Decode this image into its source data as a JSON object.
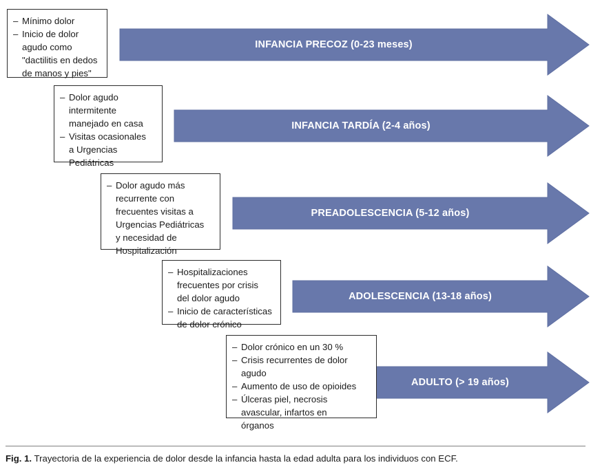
{
  "figure": {
    "caption_label": "Fig. 1.",
    "caption_text": "Trayectoria de la experiencia de dolor desde la infancia hasta la edad adulta para los individuos con ECF.",
    "accent_color": "#6878ab",
    "box_border_color": "#2b2b2b",
    "text_color": "#1a1a1a",
    "arrow_text_color": "#ffffff"
  },
  "stages": [
    {
      "id": "infancia-precoz",
      "arrow_label": "INFANCIA PRECOZ (0-23 meses)",
      "notes": [
        "Mínimo dolor",
        "Inicio de dolor\nagudo como\n\"dactilitis en dedos\nde manos y pies\""
      ]
    },
    {
      "id": "infancia-tardia",
      "arrow_label": "INFANCIA TARDÍA (2-4 años)",
      "notes": [
        "Dolor agudo\nintermitente\nmanejado en casa",
        "Visitas ocasionales\na Urgencias\nPediátricas"
      ]
    },
    {
      "id": "preadolescencia",
      "arrow_label": "PREADOLESCENCIA (5-12 años)",
      "notes": [
        "Dolor agudo más\nrecurrente con\nfrecuentes visitas a\nUrgencias Pediátricas\ny necesidad de\nHospitalización"
      ]
    },
    {
      "id": "adolescencia",
      "arrow_label": "ADOLESCENCIA (13-18 años)",
      "notes": [
        "Hospitalizaciones\nfrecuentes por crisis\ndel dolor agudo",
        "Inicio de características\nde dolor crónico"
      ]
    },
    {
      "id": "adulto",
      "arrow_label": "ADULTO (> 19 años)",
      "notes": [
        "Dolor crónico en un 30 %",
        "Crisis recurrentes de dolor\nagudo",
        "Aumento de uso de opioides",
        "Úlceras piel, necrosis\navascular, infartos en\nórganos"
      ]
    }
  ]
}
